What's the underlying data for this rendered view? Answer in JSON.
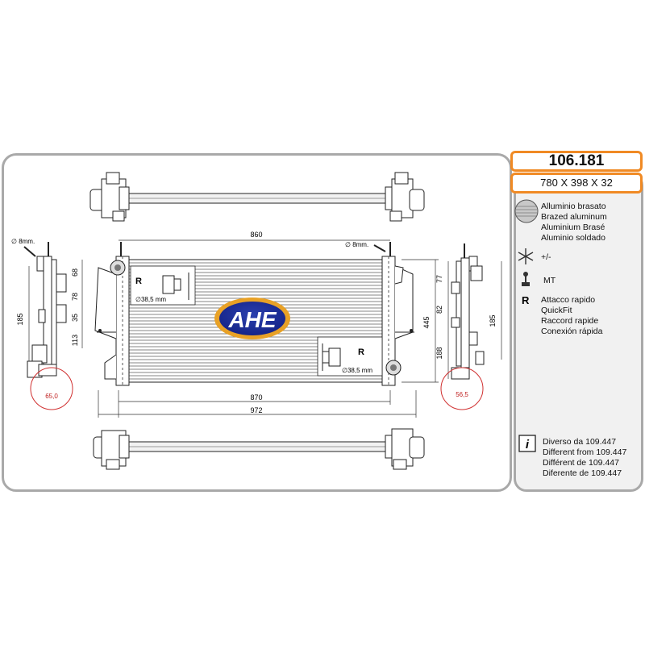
{
  "product": {
    "code": "106.181",
    "dimensions": "780 X 398 X 32"
  },
  "brand": {
    "logo_text": "AHE"
  },
  "materials": [
    "Alluminio brasato",
    "Brazed aluminum",
    "Aluminium Brasé",
    "Aluminio soldado"
  ],
  "fan": {
    "label": "+/-"
  },
  "transmission": {
    "label": "MT"
  },
  "quick_connect": {
    "symbol": "R",
    "lines": [
      "Attacco rapido",
      "QuickFit",
      "Raccord rapide",
      "Conexión rápida"
    ]
  },
  "info": {
    "lines": [
      "Diverso da 109.447",
      "Different from 109.447",
      "Différent de 109.447",
      "Diferente de  109.447"
    ]
  },
  "drawing": {
    "dim_860": "860",
    "dim_870": "870",
    "dim_972": "972",
    "dim_445": "445",
    "left_185": "185",
    "left_68": "68",
    "left_78": "78",
    "left_35": "35",
    "left_113": "113",
    "right_77": "77",
    "right_82": "82",
    "right_188": "188",
    "right_185": "185",
    "hole_left": "∅ 8mm.",
    "hole_right": "∅ 8mm.",
    "conn_left_r": "R",
    "conn_left_d": "∅38,5 mm",
    "conn_right_r": "R",
    "conn_right_d": "∅38,5 mm",
    "circle_left": "65,0",
    "circle_right": "56,5"
  }
}
